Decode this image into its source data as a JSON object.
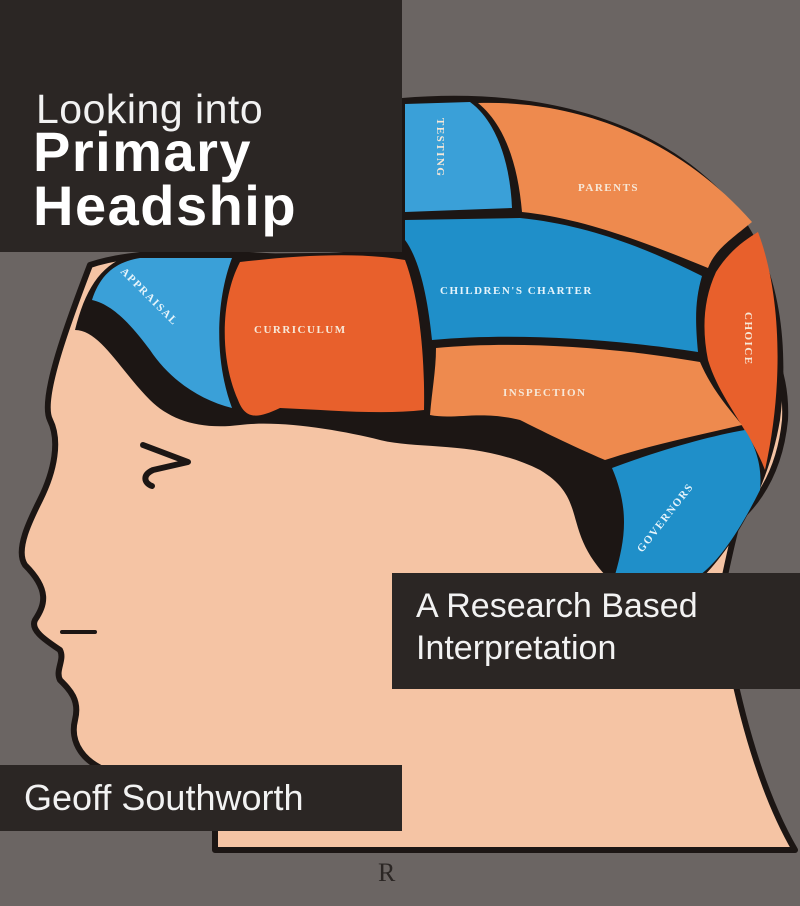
{
  "book": {
    "title_line1": "Looking into",
    "title_line2": "Primary",
    "title_line3": "Headship",
    "subtitle_line1": "A Research Based",
    "subtitle_line2": "Interpretation",
    "author": "Geoff Southworth",
    "publisher_logo": "R"
  },
  "phrenology_regions": {
    "testing": "TESTING",
    "parents": "PARENTS",
    "appraisal": "APPRAISAL",
    "curriculum": "CURRICULUM",
    "childrens_charter": "CHILDREN'S CHARTER",
    "choice": "CHOICE",
    "inspection": "INSPECTION",
    "governors": "GOVERNORS"
  },
  "colors": {
    "background": "#6b6563",
    "dark_block": "#2b2624",
    "skin": "#f5c4a4",
    "blue": "#1f8fc9",
    "light_blue": "#3aa0d8",
    "orange": "#ee8a4e",
    "red_orange": "#e8602c",
    "label_text": "#f7e8d8"
  }
}
